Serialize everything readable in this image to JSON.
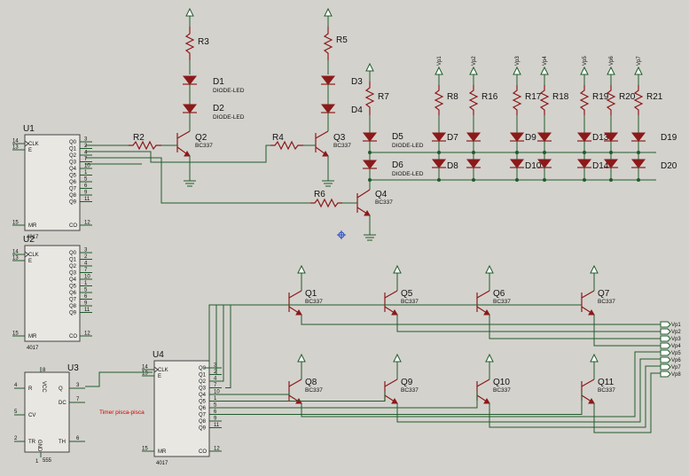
{
  "resistors": [
    {
      "id": "r3",
      "label": "R3"
    },
    {
      "id": "r5",
      "label": "R5"
    },
    {
      "id": "r7",
      "label": "R7"
    },
    {
      "id": "r2",
      "label": "R2"
    },
    {
      "id": "r4",
      "label": "R4"
    },
    {
      "id": "r6",
      "label": "R6"
    },
    {
      "id": "r8",
      "label": "R8"
    },
    {
      "id": "r16",
      "label": "R16"
    },
    {
      "id": "r17",
      "label": "R17"
    },
    {
      "id": "r18",
      "label": "R18"
    },
    {
      "id": "r19",
      "label": "R19"
    },
    {
      "id": "r20",
      "label": "R20"
    },
    {
      "id": "r21",
      "label": "R21"
    }
  ],
  "diodes": [
    {
      "id": "d1",
      "label": "D1",
      "type": "DIODE-LED"
    },
    {
      "id": "d2",
      "label": "D2",
      "type": "DIODE-LED"
    },
    {
      "id": "d3",
      "label": "D3",
      "type": ""
    },
    {
      "id": "d4",
      "label": "D4",
      "type": ""
    },
    {
      "id": "d5",
      "label": "D5",
      "type": "DIODE-LED"
    },
    {
      "id": "d6",
      "label": "D6",
      "type": "DIODE-LED"
    },
    {
      "id": "d7",
      "label": "D7",
      "type": ""
    },
    {
      "id": "d8",
      "label": "D8",
      "type": ""
    },
    {
      "id": "d9",
      "label": "D9",
      "type": ""
    },
    {
      "id": "d10",
      "label": "D10",
      "type": ""
    },
    {
      "id": "d13",
      "label": "D13",
      "type": ""
    },
    {
      "id": "d14",
      "label": "D14",
      "type": ""
    },
    {
      "id": "d19",
      "label": "D19",
      "type": ""
    },
    {
      "id": "d20",
      "label": "D20",
      "type": ""
    }
  ],
  "transistors": [
    {
      "id": "q1",
      "label": "Q1",
      "type": "BC337"
    },
    {
      "id": "q2",
      "label": "Q2",
      "type": "BC337"
    },
    {
      "id": "q3",
      "label": "Q3",
      "type": "BC337"
    },
    {
      "id": "q4",
      "label": "Q4",
      "type": "BC337"
    },
    {
      "id": "q5",
      "label": "Q5",
      "type": "BC337"
    },
    {
      "id": "q6",
      "label": "Q6",
      "type": "BC337"
    },
    {
      "id": "q7",
      "label": "Q7",
      "type": "BC337"
    },
    {
      "id": "q8",
      "label": "Q8",
      "type": "BC337"
    },
    {
      "id": "q9",
      "label": "Q9",
      "type": "BC337"
    },
    {
      "id": "q10",
      "label": "Q10",
      "type": "BC337"
    },
    {
      "id": "q11",
      "label": "Q11",
      "type": "BC337"
    }
  ],
  "ics": {
    "u1": {
      "label": "U1",
      "part": "4017"
    },
    "u2": {
      "label": "U2",
      "part": "4017"
    },
    "u3": {
      "label": "U3",
      "part": "555"
    },
    "u4": {
      "label": "U4",
      "part": "4017"
    }
  },
  "ic4017": {
    "left_pins": [
      {
        "num": "14",
        "name": "CLK"
      },
      {
        "num": "13",
        "name": "E"
      },
      {
        "num": "15",
        "name": "MR"
      }
    ],
    "right_pins": [
      {
        "name": "Q0",
        "num": "3"
      },
      {
        "name": "Q1",
        "num": "2"
      },
      {
        "name": "Q2",
        "num": "4"
      },
      {
        "name": "Q3",
        "num": "7"
      },
      {
        "name": "Q4",
        "num": "10"
      },
      {
        "name": "Q5",
        "num": "1"
      },
      {
        "name": "Q6",
        "num": "5"
      },
      {
        "name": "Q7",
        "num": "6"
      },
      {
        "name": "Q8",
        "num": "9"
      },
      {
        "name": "Q9",
        "num": "11"
      },
      {
        "name": "CO",
        "num": "12"
      }
    ]
  },
  "ic555": {
    "pins": [
      {
        "name": "R",
        "num": "4"
      },
      {
        "name": "Q",
        "num": "3"
      },
      {
        "name": "DC",
        "num": "7"
      },
      {
        "name": "CV",
        "num": "5"
      },
      {
        "name": "TR",
        "num": "2"
      },
      {
        "name": "TH",
        "num": "6"
      },
      {
        "name": "VCC",
        "num": "8"
      },
      {
        "name": "GND",
        "num": "1"
      }
    ]
  },
  "vp_bus": [
    "Vp1",
    "Vp2",
    "Vp3",
    "Vp4",
    "Vp5",
    "Vp6",
    "Vp7",
    "Vp8"
  ],
  "top_power_labels": [
    "Vp1",
    "Vp2",
    "Vp3",
    "Vp4",
    "Vp5",
    "Vp6",
    "Vp7"
  ],
  "note": "Timer pisca-pisca",
  "colors": {
    "wire": "#1f5c2c",
    "component": "#8b1a1a",
    "background": "#d4d2cd",
    "note": "#d00000"
  }
}
